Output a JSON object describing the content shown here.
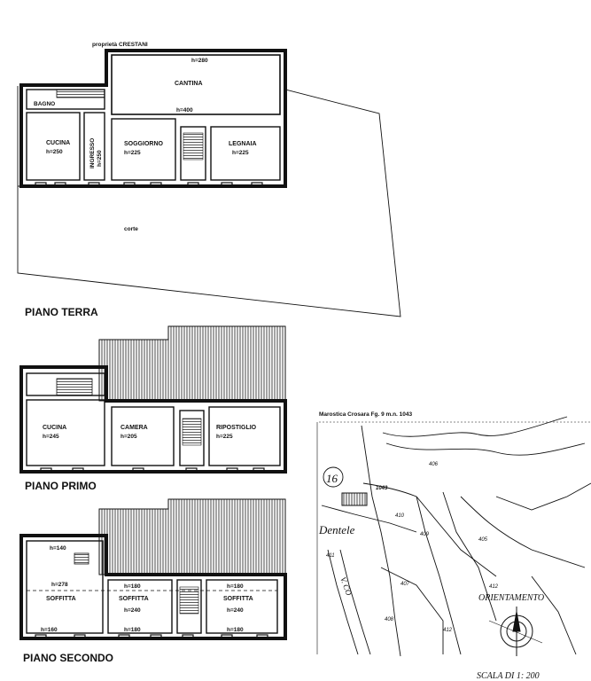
{
  "colors": {
    "ink": "#111111",
    "paper": "#ffffff",
    "hatch": "#333333"
  },
  "ground_floor": {
    "title": "PIANO TERRA",
    "owner_label": "proprietà CRESTANI",
    "rooms": {
      "cantina": {
        "name": "CANTINA",
        "height_top": "h=280",
        "height_bottom": "h=400"
      },
      "bagno": {
        "name": "BAGNO"
      },
      "cucina": {
        "name": "CUCINA",
        "height": "h=250"
      },
      "ingresso": {
        "name": "INGRESSO",
        "height": "h=250"
      },
      "soggiorno": {
        "name": "SOGGIORNO",
        "height": "h=225"
      },
      "legnaia": {
        "name": "LEGNAIA",
        "height": "h=225"
      }
    },
    "courtyard": "corte"
  },
  "first_floor": {
    "title": "PIANO PRIMO",
    "rooms": {
      "cucina": {
        "name": "CUCINA",
        "height": "h=245"
      },
      "camera": {
        "name": "CAMERA",
        "height": "h=205"
      },
      "ripostiglio": {
        "name": "RIPOSTIGLIO",
        "height": "h=225"
      }
    }
  },
  "second_floor": {
    "title": "PIANO SECONDO",
    "rooms": {
      "soffitta1": {
        "name": "SOFFITTA",
        "height_top": "h=140",
        "height_mid": "h=278",
        "height_bottom": "h=160"
      },
      "soffitta2": {
        "name": "SOFFITTA",
        "height_top": "h=180",
        "height_mid": "h=240",
        "height_bottom": "h=180"
      },
      "soffitta3": {
        "name": "SOFFITTA",
        "height_top": "h=180",
        "height_mid": "h=240",
        "height_bottom": "h=180"
      }
    }
  },
  "cadastral_map": {
    "title": "Marostica Crosara Fg. 9 m.n. 1043",
    "sheet_mark": "16",
    "parcel_number": "1043",
    "locality": "Dentele",
    "parcel_labels": [
      "406",
      "410",
      "409",
      "411",
      "405",
      "407",
      "408",
      "412",
      "412"
    ],
    "road_label": "V. CO",
    "orientation_label": "ORIENTAMENTO",
    "scale_label": "SCALA DI 1: 200"
  }
}
